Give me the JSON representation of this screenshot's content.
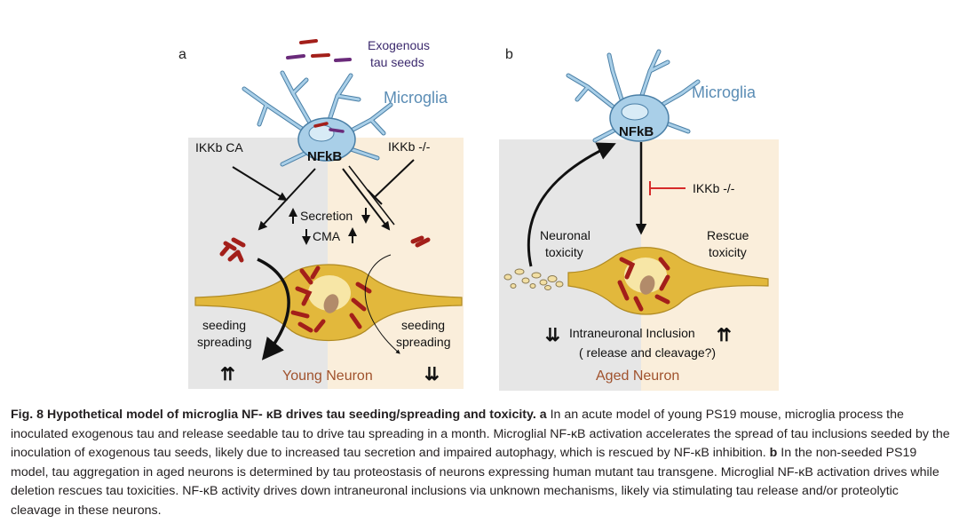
{
  "panel_a": {
    "label": "a",
    "exogenous_label_1": "Exogenous",
    "exogenous_label_2": "tau seeds",
    "microglia_label": "Microglia",
    "nfkb_label": "NFkB",
    "ikkb_ca_label": "IKKb CA",
    "ikkb_ko_label": "IKKb -/-",
    "secretion_label": "Secretion",
    "cma_label": "CMA",
    "seeding_left_1": "seeding",
    "spreading_left": "spreading",
    "seeding_right_1": "seeding",
    "spreading_right": "spreading",
    "up_arrows": "⇈",
    "down_arrows": "⇊",
    "neuron_label": "Young Neuron"
  },
  "panel_b": {
    "label": "b",
    "microglia_label": "Microglia",
    "nfkb_label": "NFkB",
    "ikkb_ko_label": "IKKb -/-",
    "neuronal_toxicity_1": "Neuronal",
    "neuronal_toxicity_2": "toxicity",
    "rescue_toxicity_1": "Rescue",
    "rescue_toxicity_2": "toxicity",
    "inclusion_label": "Intraneuronal Inclusion",
    "down_arrows": "⇊",
    "up_arrows": "⇈",
    "release_label": "( release and cleavage?)",
    "neuron_label": "Aged Neuron"
  },
  "colors": {
    "grey_panel": "#e6e6e6",
    "beige_panel": "#faeedb",
    "microglia_blue": "#a9cfe8",
    "microglia_outline": "#4a7fa6",
    "microglia_text": "#5b8db5",
    "neuron_yellow": "#e2b83c",
    "tau_red": "#a31f1a",
    "inhibit_red": "#d62a2a",
    "neuron_label_color": "#a0522d"
  },
  "caption": {
    "fig_title": "Fig. 8 Hypothetical model of microglia NF- κB drives tau seeding/spreading and toxicity.",
    "a_marker": "a",
    "a_text": " In an acute model of young PS19 mouse, microglia process the inoculated exogenous tau and release seedable tau to drive tau spreading in a month. Microglial NF-κB activation accelerates the spread of tau inclusions seeded by the inoculation of exogenous tau seeds, likely due to increased tau secretion and impaired autophagy, which is rescued by NF-κB inhibition.",
    "b_marker": "b",
    "b_text": " In the non-seeded PS19 model, tau aggregation in aged neurons is determined by tau proteostasis of neurons expressing human mutant tau transgene. Microglial NF-κB activation drives while deletion rescues tau toxicities. NF-κB activity drives down intraneuronal inclusions via unknown mechanisms, likely via stimulating tau release and/or proteolytic cleavage in these neurons."
  }
}
